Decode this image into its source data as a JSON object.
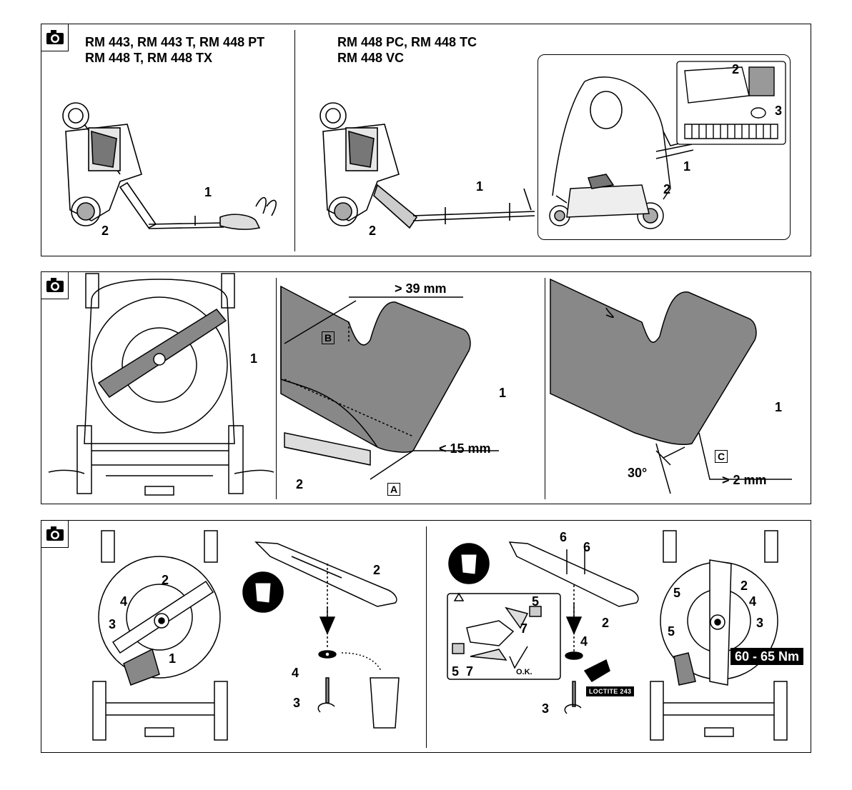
{
  "panel1": {
    "title_left_line1": "RM 443, RM 443 T, RM 448 PT",
    "title_left_line2": "RM 448 T, RM 448 TX",
    "title_right_line1": "RM 448 PC, RM 448 TC",
    "title_right_line2": "RM 448 VC",
    "left_callouts": [
      "1",
      "2"
    ],
    "mid_callouts": [
      "1",
      "2"
    ],
    "inset_callouts": [
      "1",
      "2"
    ],
    "detail_callouts": [
      "2",
      "3"
    ]
  },
  "panel2": {
    "left_callout": "1",
    "mid_dim_top": "> 39 mm",
    "mid_dim_bottom": "< 15 mm",
    "mid_box_b": "B",
    "mid_box_a": "A",
    "mid_callout_1": "1",
    "mid_callout_2": "2",
    "right_callout_1": "1",
    "right_angle": "30°",
    "right_box_c": "C",
    "right_dim": "> 2 mm"
  },
  "panel3": {
    "left_callouts": {
      "c2": "2",
      "c4": "4",
      "c3": "3",
      "c1": "1"
    },
    "mid_callouts": {
      "c2": "2",
      "c4": "4",
      "c3": "3"
    },
    "right_callouts": {
      "c6a": "6",
      "c6b": "6",
      "c5a": "5",
      "c7a": "7",
      "c5b": "5",
      "c7b": "7",
      "c2": "2",
      "c4": "4",
      "c3": "3"
    },
    "ok_text": "O.K.",
    "loctite": "LOCTITE 243",
    "far_callouts": {
      "c5a": "5",
      "c2": "2",
      "c4": "4",
      "c3": "3",
      "c5b": "5"
    },
    "torque": "60 - 65 Nm"
  }
}
